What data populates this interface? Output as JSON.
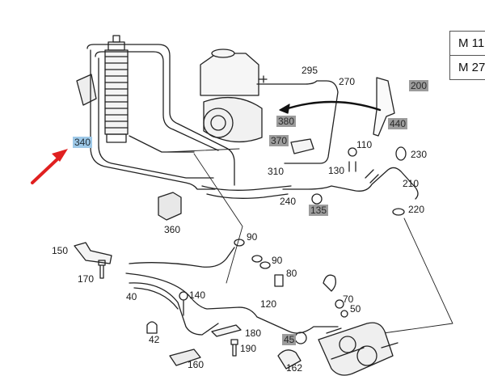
{
  "model_table": [
    "M 11",
    "M 27"
  ],
  "highlighted_part": "340",
  "colors": {
    "grey_tag": "#9c9c9c",
    "blue_tag": "#9ec9e8",
    "arrow": "#e02020",
    "line": "#222222"
  },
  "parts": {
    "p295": "295",
    "p270": "270",
    "p200": "200",
    "p440": "440",
    "p380": "380",
    "p370": "370",
    "p110": "110",
    "p230": "230",
    "p130": "130",
    "p210": "210",
    "p310": "310",
    "p240": "240",
    "p135": "135",
    "p220": "220",
    "p340": "340",
    "p360": "360",
    "p90a": "90",
    "p90b": "90",
    "p80": "80",
    "p150": "150",
    "p170": "170",
    "p40": "40",
    "p140": "140",
    "p70": "70",
    "p50": "50",
    "p120": "120",
    "p42": "42",
    "p180": "180",
    "p45": "45",
    "p190": "190",
    "p160": "160",
    "p162": "162"
  }
}
